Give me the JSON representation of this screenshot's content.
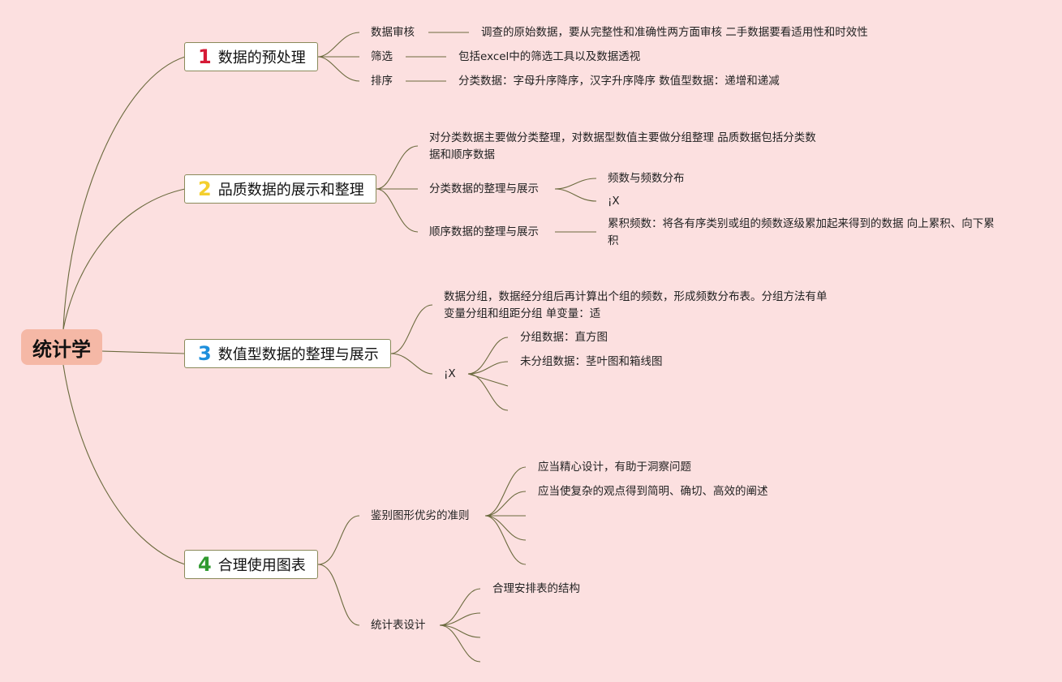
{
  "root": {
    "label": "统计学"
  },
  "branch1": {
    "number": "1",
    "number_color": "#d61a36",
    "label": "数据的预处理",
    "items": [
      {
        "label": "数据审核",
        "detail": "调查的原始数据，要从完整性和准确性两方面审核 二手数据要看适用性和时效性"
      },
      {
        "label": "筛选",
        "detail": "包括excel中的筛选工具以及数据透视"
      },
      {
        "label": "排序",
        "detail": "分类数据：字母升序降序，汉字升序降序 数值型数据：递增和递减"
      }
    ]
  },
  "branch2": {
    "number": "2",
    "number_color": "#f4cf2e",
    "label": "品质数据的展示和整理",
    "note_line1": "对分类数据主要做分类整理，对数据型数值主要做分组整理 品质数据包括分类数",
    "note_line2": "据和顺序数据",
    "sub1": {
      "label": "分类数据的整理与展示",
      "children": [
        "频数与频数分布",
        "¡X"
      ]
    },
    "sub2": {
      "label": "顺序数据的整理与展示",
      "detail_line1": "累积频数：将各有序类别或组的频数逐级累加起来得到的数据 向上累积、向下累",
      "detail_line2": "积"
    }
  },
  "branch3": {
    "number": "3",
    "number_color": "#1d8fdc",
    "label": "数值型数据的整理与展示",
    "note_line1": "数据分组，数据经分组后再计算出个组的频数，形成频数分布表。分组方法有单",
    "note_line2": "变量分组和组距分组 单变量：适",
    "sub": {
      "label": "¡X",
      "children": [
        "分组数据：直方图",
        "未分组数据：茎叶图和箱线图"
      ]
    }
  },
  "branch4": {
    "number": "4",
    "number_color": "#2f9a2f",
    "label": "合理使用图表",
    "sub1": {
      "label": "鉴别图形优劣的准则",
      "children": [
        "应当精心设计，有助于洞察问题",
        "应当使复杂的观点得到简明、确切、高效的阐述"
      ]
    },
    "sub2": {
      "label": "统计表设计",
      "children": [
        "合理安排表的结构"
      ]
    }
  }
}
